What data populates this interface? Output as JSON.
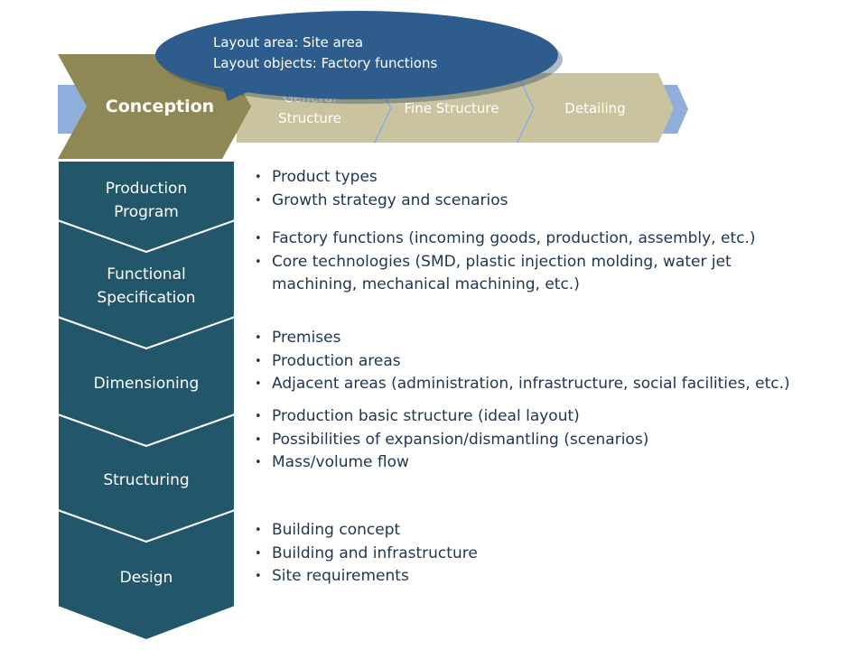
{
  "callout": {
    "line1": "Layout area: Site area",
    "line2": "Layout objects: Factory functions"
  },
  "phases": {
    "active": "Conception",
    "items": [
      {
        "line1": "General",
        "line2": "Structure"
      },
      {
        "line1": "Fine Structure"
      },
      {
        "line1": "Detailing"
      }
    ]
  },
  "steps": [
    {
      "line1": "Production",
      "line2": "Program",
      "bullets": [
        "Product types",
        "Growth strategy and scenarios"
      ]
    },
    {
      "line1": "Functional",
      "line2": "Specification",
      "bullets": [
        "Factory functions (incoming goods, production, assembly, etc.)",
        "Core technologies (SMD, plastic injection molding, water jet machining, mechanical machining, etc.)"
      ]
    },
    {
      "line1": "Dimensioning",
      "bullets": [
        "Premises",
        "Production areas",
        "Adjacent areas (administration, infrastructure, social facilities, etc.)"
      ]
    },
    {
      "line1": "Structuring",
      "bullets": [
        "Production basic structure (ideal layout)",
        "Possibilities of expansion/dismantling (scenarios)",
        "Mass/volume flow"
      ]
    },
    {
      "line1": "Design",
      "bullets": [
        "Building concept",
        "Building and infrastructure",
        "Site requirements"
      ]
    }
  ],
  "colors": {
    "step_fill": "#22566a",
    "active_phase": "#8f8754",
    "phase_fill": "#c9c39f",
    "band": "#8faedb",
    "callout": "#2e5c8d"
  }
}
